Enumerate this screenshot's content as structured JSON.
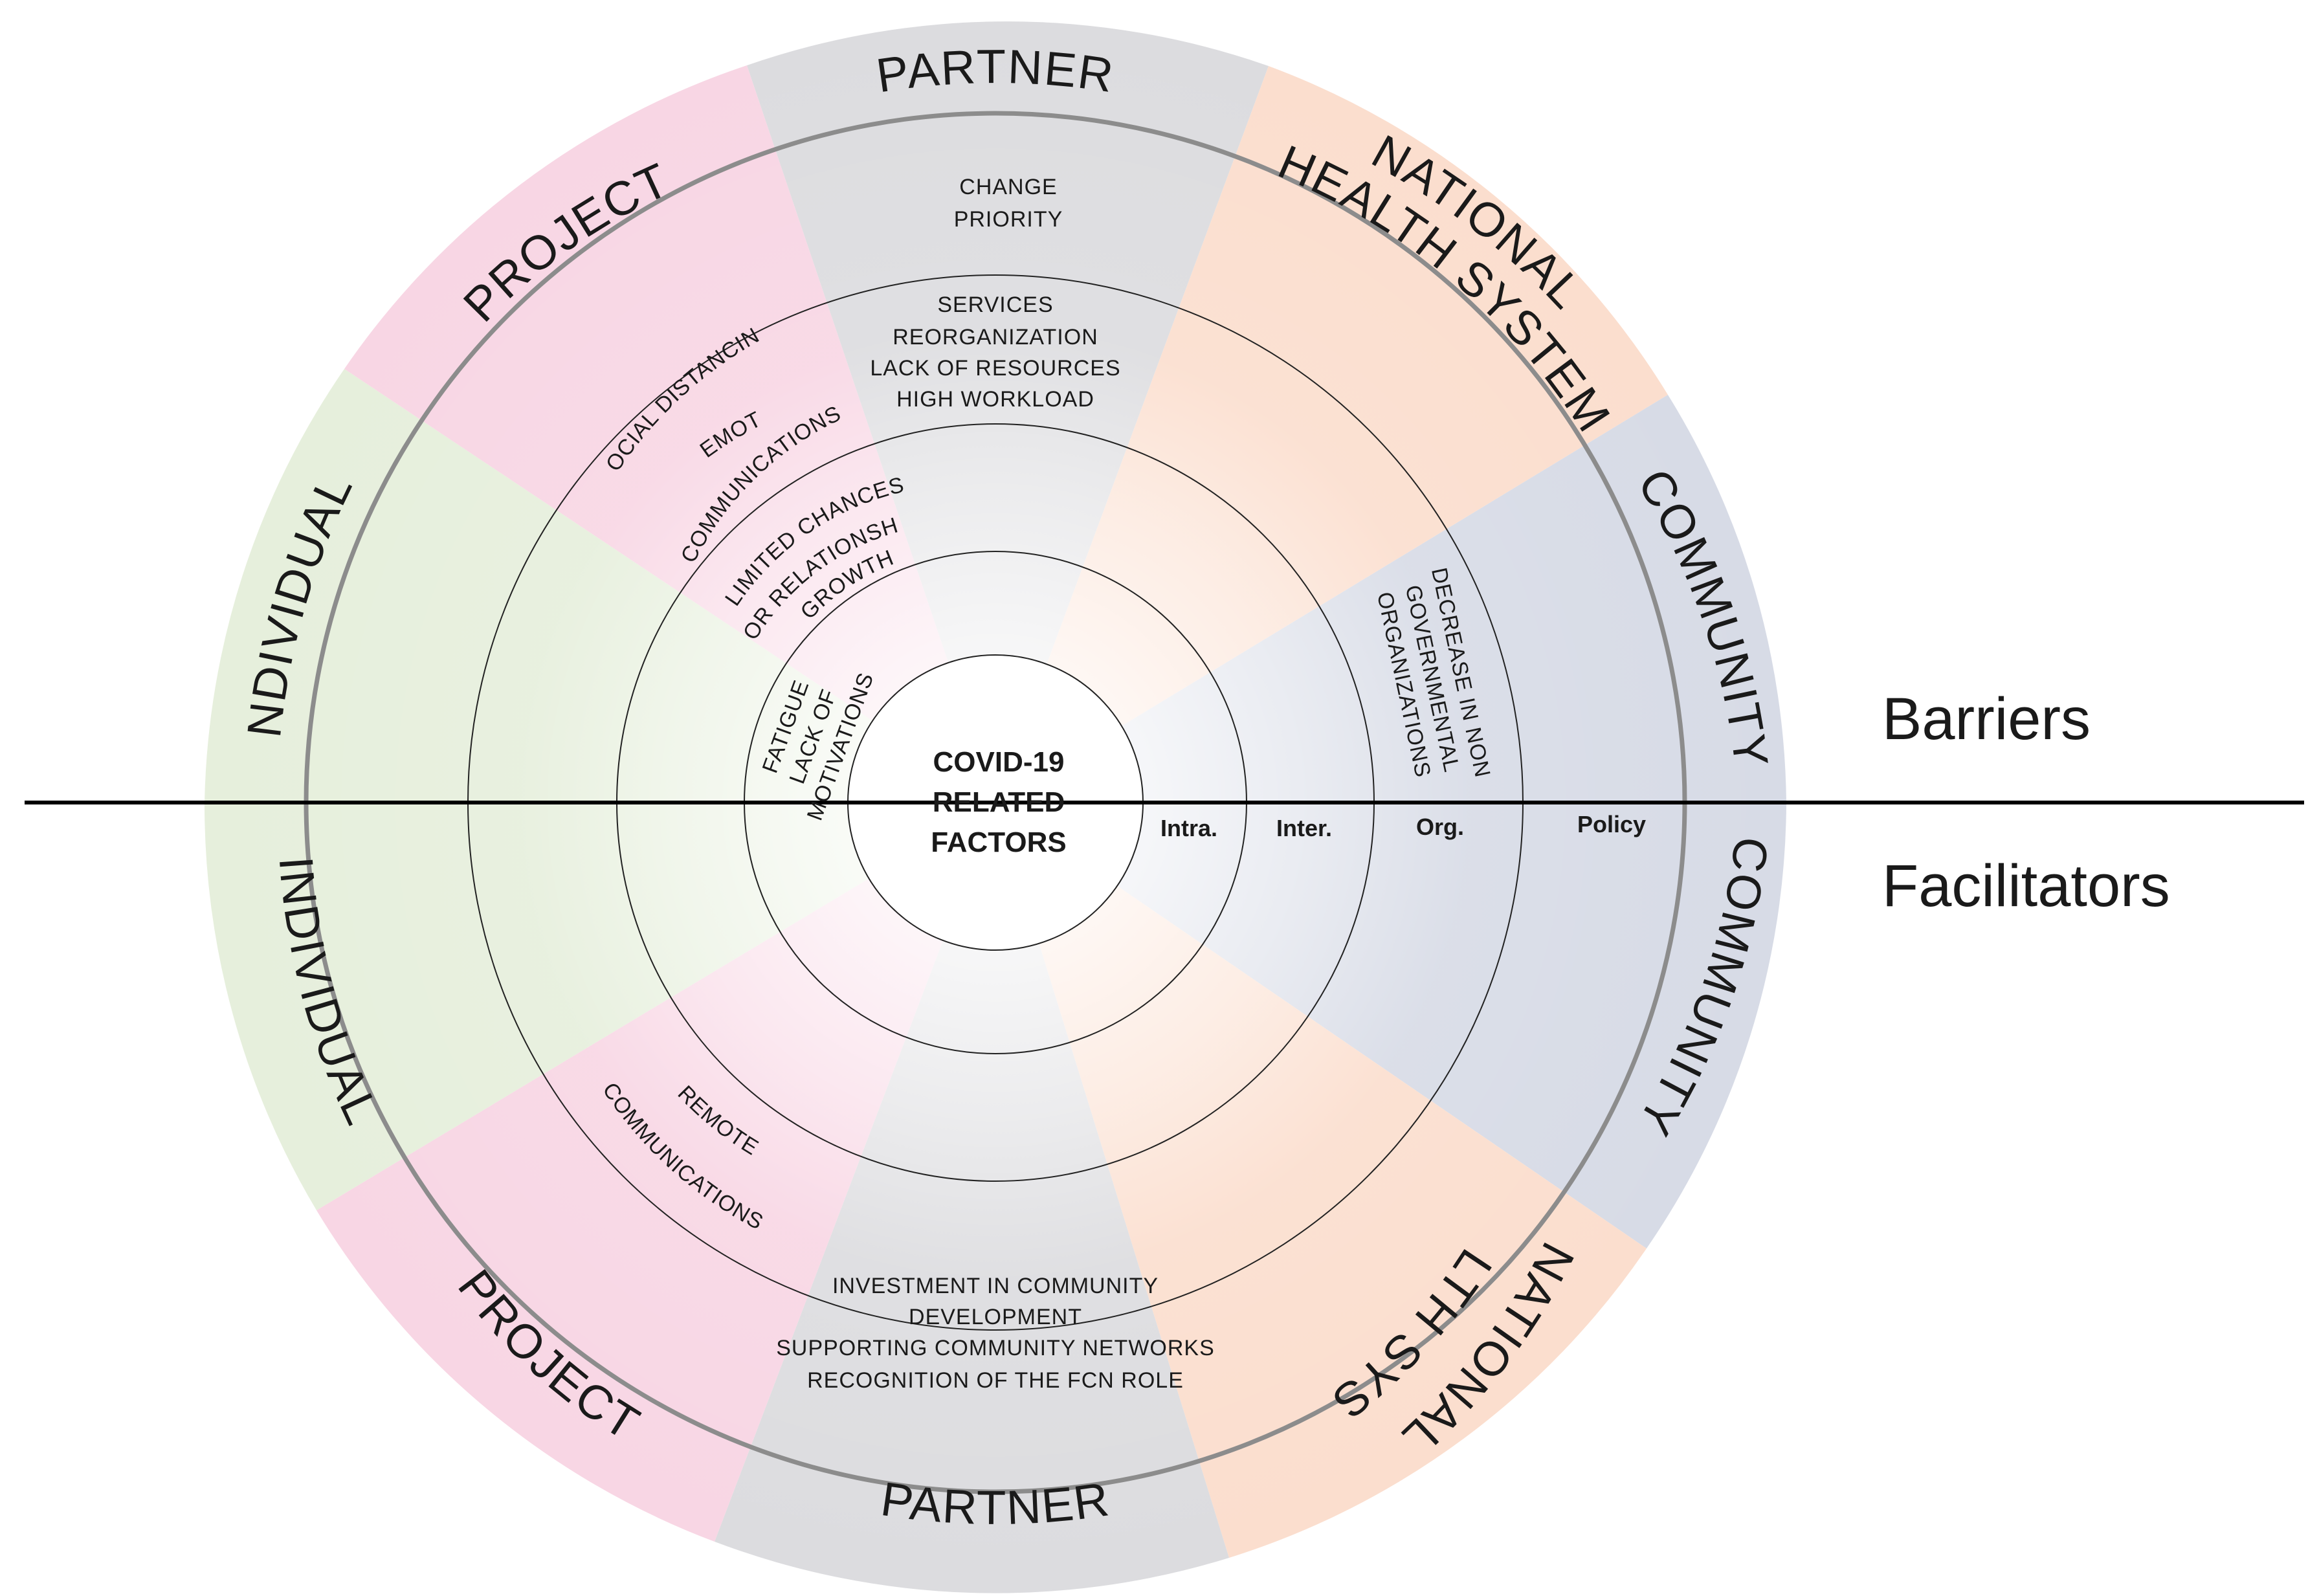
{
  "center": {
    "lines": [
      "COVID-19",
      "RELATED",
      "FACTORS"
    ]
  },
  "levels": {
    "intra": "Intra.",
    "inter": "Inter.",
    "org": "Org.",
    "policy": "Policy"
  },
  "sides": {
    "barriers": "Barriers",
    "facilitators": "Facilitators"
  },
  "sectors": {
    "individual": "INDIVIDUAL",
    "project": "PROJECT",
    "partner": "PARTNER",
    "national_line1": "NATIONAL",
    "national_line2": "HEALTH SYSTEM",
    "community": "COMMUNITY"
  },
  "colors": {
    "individual": "#e6efdc",
    "project": "#f8d6e4",
    "partner": "#dcdcdf",
    "national": "#fbdece",
    "community": "#d7dbe6",
    "ring_line": "#8c8c8c"
  },
  "barriers": {
    "partner_policy": [
      "CHANGE",
      "PRIORITY"
    ],
    "partner_org": [
      "SERVICES",
      "REORGANIZATION",
      "LACK OF RESOURCES",
      "HIGH WORKLOAD"
    ],
    "project_org_1": "SOCIAL DISTANCING",
    "project_org_2": [
      "REMOTE",
      "COMMUNICATIONS"
    ],
    "project_inter": [
      "LIMITED CHANCES",
      "FOR RELATIONSHIP",
      "GROWTH"
    ],
    "individual_intra": [
      "FATIGUE",
      "LACK OF",
      "MOTIVATIONS"
    ],
    "community_org": [
      "DECREASE IN NON",
      "GOVERNMENTAL",
      "ORGANIZATIONS"
    ]
  },
  "facilitators": {
    "project_org": [
      "REMOTE",
      "COMMUNICATIONS"
    ],
    "partner_org": [
      "INVESTMENT IN COMMUNITY",
      "DEVELOPMENT",
      "SUPPORTING COMMUNITY NETWORKS",
      "RECOGNITION OF THE FCN ROLE"
    ]
  }
}
